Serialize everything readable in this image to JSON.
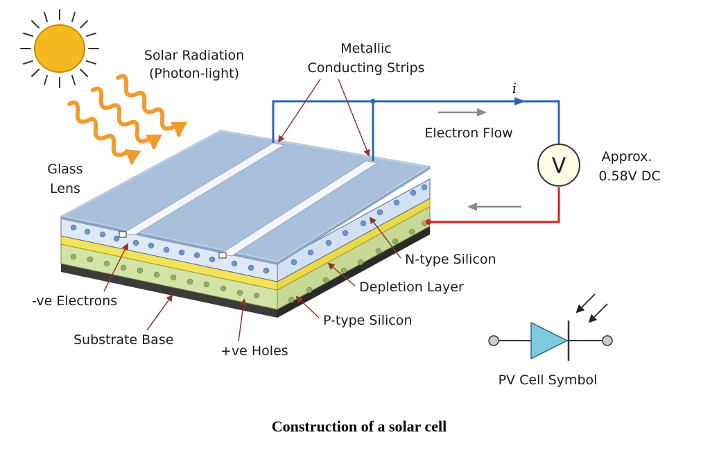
{
  "diagram": {
    "labels": {
      "solar_radiation_1": "Solar Radiation",
      "solar_radiation_2": "(Photon-light)",
      "metallic_1": "Metallic",
      "metallic_2": "Conducting Strips",
      "current_symbol": "i",
      "electron_flow": "Electron Flow",
      "voltmeter_symbol": "V",
      "approx_1": "Approx.",
      "approx_2": "0.58V DC",
      "glass_lens_1": "Glass",
      "glass_lens_2": "Lens",
      "n_type": "N-type Silicon",
      "depletion": "Depletion Layer",
      "p_type": "P-type Silicon",
      "electrons": "-ve Electrons",
      "substrate": "Substrate Base",
      "holes": "+ve Holes",
      "pv_symbol": "PV Cell Symbol"
    },
    "caption": "Construction of a solar cell",
    "colors": {
      "sun": "#f5b820",
      "sun_outline": "#c98a00",
      "photon_arrow": "#f39a2c",
      "glass_top": "#a9c0dc",
      "n_layer": "#dfe9f6",
      "depletion_layer": "#f2e25a",
      "p_layer": "#d3e2a6",
      "substrate": "#3b3b3b",
      "wire_blue": "#2c62b8",
      "wire_red": "#d62020",
      "diode": "#7ec9e0",
      "pointer": "#8b3a2a"
    }
  }
}
